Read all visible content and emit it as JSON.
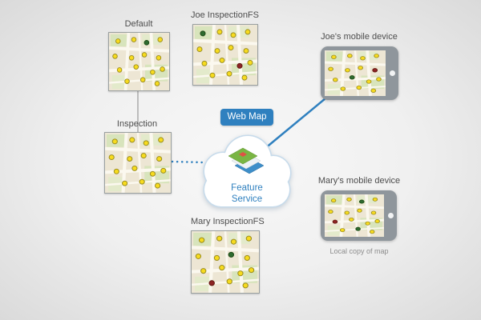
{
  "diagram": {
    "maps": {
      "default": {
        "label": "Default"
      },
      "joe_fs": {
        "label": "Joe InspectionFS"
      },
      "inspection": {
        "label": "Inspection"
      },
      "mary_fs": {
        "label": "Mary InspectionFS"
      }
    },
    "cloud": {
      "badge_label": "Web Map",
      "service_label": "Feature Service"
    },
    "devices": {
      "joe": {
        "label": "Joe's mobile device"
      },
      "mary": {
        "label": "Mary's mobile device",
        "caption": "Local copy of map"
      }
    },
    "colors": {
      "accent_blue": "#2F80BF",
      "connector_gray": "#ABABAB",
      "map_background": "#EDE6D4",
      "dot_yellow": "#F7DB1E",
      "dot_green": "#2F6B2F",
      "dot_red": "#8E2424"
    }
  }
}
